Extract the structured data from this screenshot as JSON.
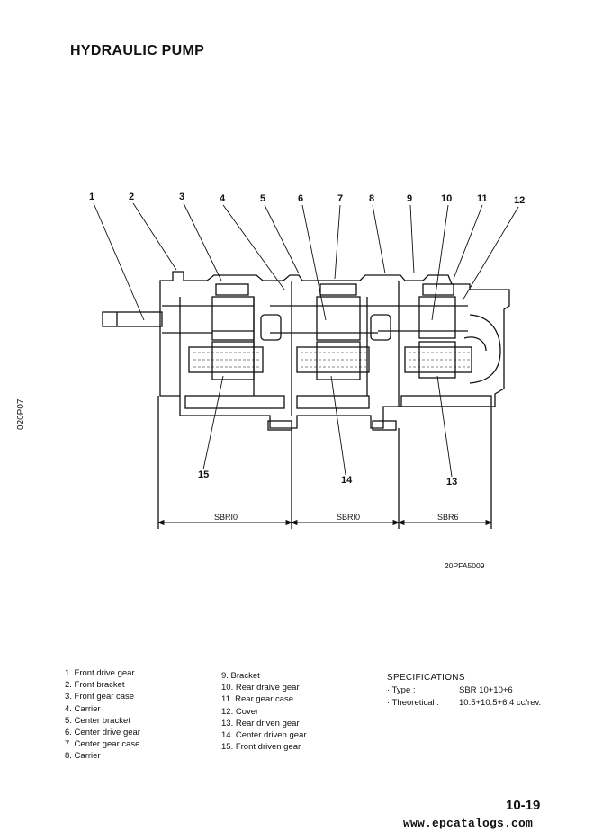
{
  "page": {
    "title": "HYDRAULIC PUMP",
    "side_code": "020P07",
    "figure_code": "20PFA5009",
    "page_number": "10-19",
    "footer": "www.epcatalogs.com"
  },
  "callouts": [
    "1",
    "2",
    "3",
    "4",
    "5",
    "6",
    "7",
    "8",
    "9",
    "10",
    "11",
    "12",
    "13",
    "14",
    "15"
  ],
  "dimensions": [
    "SBRI0",
    "SBRI0",
    "SBR6"
  ],
  "parts_left": [
    "1. Front drive gear",
    "2. Front bracket",
    "3. Front gear case",
    "4. Carrier",
    "5. Center bracket",
    "6. Center drive gear",
    "7. Center gear case",
    "8. Carrier"
  ],
  "parts_right": [
    "9. Bracket",
    "10. Rear draive gear",
    "11. Rear gear case",
    "12. Cover",
    "13. Rear driven gear",
    "14. Center driven gear",
    "15. Front driven gear"
  ],
  "specs": {
    "heading": "SPECIFICATIONS",
    "rows": [
      {
        "k": "· Type :",
        "v": "SBR 10+10+6"
      },
      {
        "k": "· Theoretical :",
        "v": "10.5+10.5+6.4 cc/rev."
      }
    ]
  }
}
